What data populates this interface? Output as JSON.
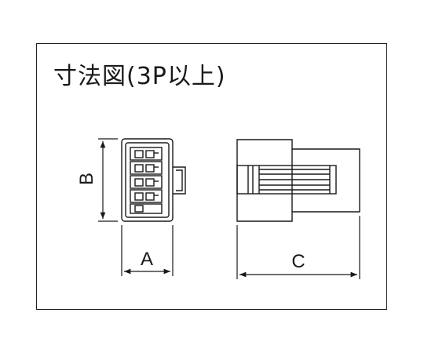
{
  "title": "寸法図(3P以上)",
  "dimensions": {
    "a": "A",
    "b": "B",
    "c": "C"
  }
}
